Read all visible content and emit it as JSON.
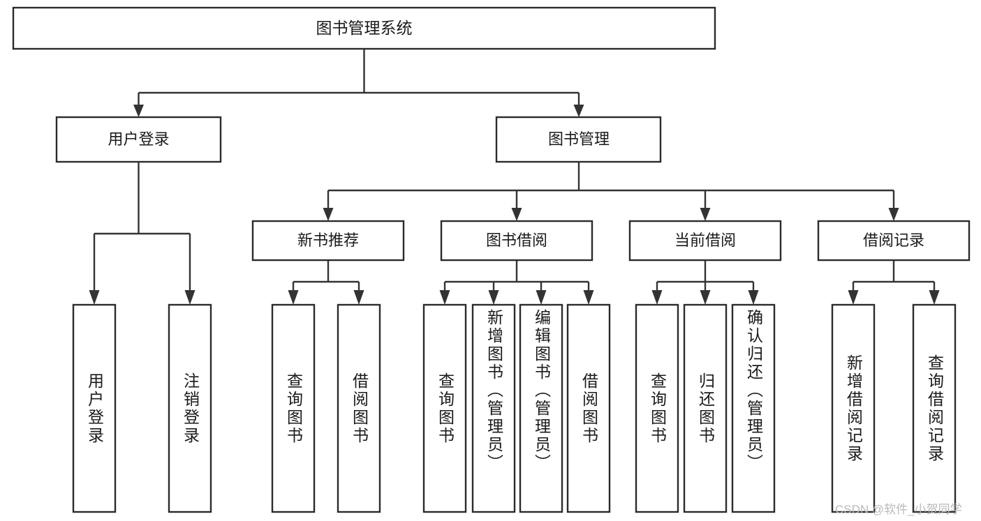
{
  "diagram": {
    "type": "hierarchy-tree",
    "title": "图书管理系统",
    "levels": [
      {
        "level": 1,
        "nodes": [
          {
            "id": "root",
            "label": "图书管理系统",
            "orientation": "horizontal"
          }
        ]
      },
      {
        "level": 2,
        "nodes": [
          {
            "id": "user-login",
            "label": "用户登录",
            "orientation": "horizontal",
            "parent": "root"
          },
          {
            "id": "book-manage",
            "label": "图书管理",
            "orientation": "horizontal",
            "parent": "root"
          }
        ]
      },
      {
        "level": 3,
        "nodes": [
          {
            "id": "new-book-rec",
            "label": "新书推荐",
            "orientation": "horizontal",
            "parent": "book-manage"
          },
          {
            "id": "book-borrow",
            "label": "图书借阅",
            "orientation": "horizontal",
            "parent": "book-manage"
          },
          {
            "id": "current-borrow",
            "label": "当前借阅",
            "orientation": "horizontal",
            "parent": "book-manage"
          },
          {
            "id": "borrow-record",
            "label": "借阅记录",
            "orientation": "horizontal",
            "parent": "book-manage"
          }
        ]
      },
      {
        "level": 4,
        "nodes": [
          {
            "id": "leaf-user-login",
            "label": "用户登录",
            "orientation": "vertical",
            "parent": "user-login"
          },
          {
            "id": "leaf-user-logout",
            "label": "注销登录",
            "orientation": "vertical",
            "parent": "user-login"
          },
          {
            "id": "leaf-query-book-1",
            "label": "查询图书",
            "orientation": "vertical",
            "parent": "new-book-rec"
          },
          {
            "id": "leaf-borrow-book-1",
            "label": "借阅图书",
            "orientation": "vertical",
            "parent": "new-book-rec"
          },
          {
            "id": "leaf-query-book-2",
            "label": "查询图书",
            "orientation": "vertical",
            "parent": "book-borrow"
          },
          {
            "id": "leaf-add-book",
            "label": "新增图书（管理员）",
            "orientation": "vertical",
            "parent": "book-borrow"
          },
          {
            "id": "leaf-edit-book",
            "label": "编辑图书（管理员）",
            "orientation": "vertical",
            "parent": "book-borrow"
          },
          {
            "id": "leaf-borrow-book-2",
            "label": "借阅图书",
            "orientation": "vertical",
            "parent": "book-borrow"
          },
          {
            "id": "leaf-query-book-3",
            "label": "查询图书",
            "orientation": "vertical",
            "parent": "current-borrow"
          },
          {
            "id": "leaf-return-book",
            "label": "归还图书",
            "orientation": "vertical",
            "parent": "current-borrow"
          },
          {
            "id": "leaf-confirm-return",
            "label": "确认归还（管理员）",
            "orientation": "vertical",
            "parent": "current-borrow"
          },
          {
            "id": "leaf-add-record",
            "label": "新增借阅记录",
            "orientation": "vertical",
            "parent": "borrow-record"
          },
          {
            "id": "leaf-query-record",
            "label": "查询借阅记录",
            "orientation": "vertical",
            "parent": "borrow-record"
          }
        ]
      }
    ],
    "colors": {
      "background": "#ffffff",
      "box_fill": "#ffffff",
      "box_stroke": "#2b2b2b",
      "connector": "#333333",
      "text": "#1a1a1a",
      "watermark": "#b9b9b9"
    }
  },
  "watermark": {
    "text": "CSDN @软件_小贺同学"
  }
}
